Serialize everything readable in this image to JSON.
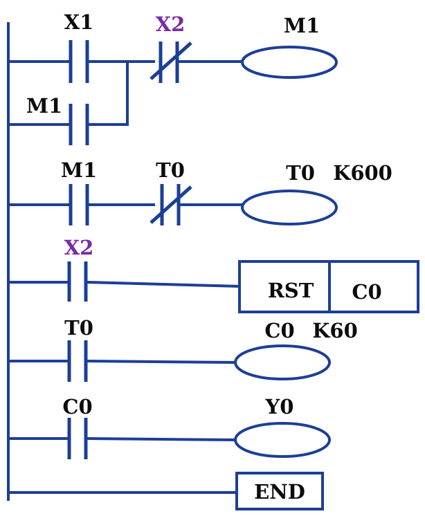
{
  "diagram": {
    "colors": {
      "wire": "#1c3f96",
      "label": "#0c0c0c",
      "highlight": "#7a2aa6"
    },
    "rungs": [
      {
        "contacts": [
          {
            "label": "X1",
            "type": "normally-open"
          },
          {
            "label": "X2",
            "type": "normally-closed",
            "highlight": true
          }
        ],
        "parallel_contact": {
          "label": "M1",
          "type": "normally-open"
        },
        "output": {
          "kind": "coil",
          "label": "M1"
        }
      },
      {
        "contacts": [
          {
            "label": "M1",
            "type": "normally-open"
          },
          {
            "label": "T0",
            "type": "normally-closed"
          }
        ],
        "output": {
          "kind": "coil",
          "label": "T0",
          "setting": "K600"
        }
      },
      {
        "contacts": [
          {
            "label": "X2",
            "type": "normally-open",
            "highlight": true
          }
        ],
        "output": {
          "kind": "instruction",
          "instruction": "RST",
          "operand": "C0"
        }
      },
      {
        "contacts": [
          {
            "label": "T0",
            "type": "normally-open"
          }
        ],
        "output": {
          "kind": "coil",
          "label": "C0",
          "setting": "K60"
        }
      },
      {
        "contacts": [
          {
            "label": "C0",
            "type": "normally-open"
          }
        ],
        "output": {
          "kind": "coil",
          "label": "Y0"
        }
      },
      {
        "contacts": [],
        "output": {
          "kind": "end",
          "label": "END"
        }
      }
    ]
  }
}
